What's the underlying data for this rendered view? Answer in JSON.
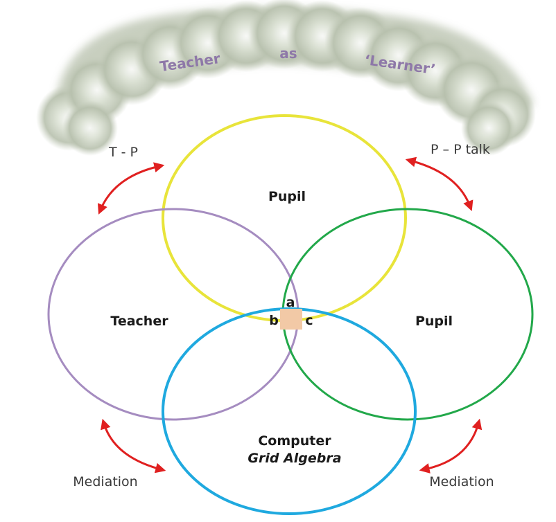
{
  "cloud": {
    "word1": "Teacher",
    "word2": "as",
    "word3": "‘Learner’"
  },
  "arrows": {
    "top_left_label": "T - P",
    "top_right_label": "P – P talk",
    "bottom_left_label": "Mediation",
    "bottom_right_label": "Mediation"
  },
  "circles": {
    "top": "Pupil",
    "left": "Teacher",
    "right": "Pupil",
    "bottom_line1": "Computer",
    "bottom_line2": "Grid Algebra"
  },
  "regions": {
    "a": "a",
    "b": "b",
    "c": "c"
  },
  "colors": {
    "top_circle": "#e8e43a",
    "left_circle": "#a58cc0",
    "right_circle": "#22a84a",
    "bottom_circle": "#1fa9df",
    "arrow": "#e02020",
    "center_fill": "#f2c9a6",
    "cloud_text": "#8e78a8"
  }
}
